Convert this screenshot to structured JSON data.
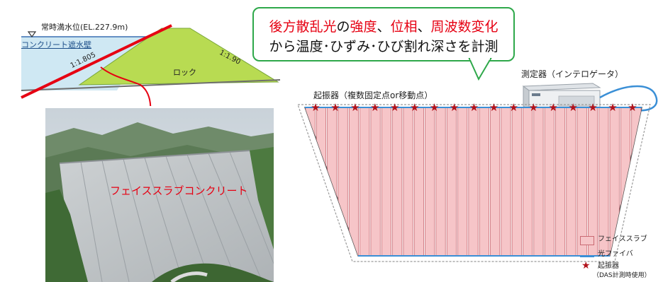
{
  "cross_section": {
    "water_level": "常時満水位(EL.227.9m)",
    "wall_label": "コンクリート遮水壁",
    "upstream_slope": "1:1.805",
    "downstream_slope": "1:1.90",
    "rock_label": "ロック"
  },
  "callout": {
    "p1": "後方散乱光",
    "p2": "の",
    "p3": "強度",
    "p4": "、",
    "p5": "位相",
    "p6": "、",
    "p7": "周波数変化",
    "line2": "から温度･ひずみ･ひび割れ深さを計測"
  },
  "instrument": {
    "label": "測定器（インテロゲータ）"
  },
  "photo": {
    "label": "フェイススラブコンクリート"
  },
  "elevation": {
    "exciter_label": "起振器（複数固定点or移動点）",
    "panel_count": 31,
    "star_count": 17,
    "colors": {
      "panel_fill": "#f6c5c8",
      "panel_stroke": "#c96a73",
      "fiber": "#3a8fd6",
      "star": "#b1121b"
    }
  },
  "legend": {
    "face_slab": "フェイススラブ",
    "fiber": "光ファイバ",
    "star_glyph": "★",
    "exciter": "起振器",
    "exciter_note": "（DAS計測時使用）"
  },
  "colors": {
    "accent_red": "#e60012",
    "callout_border": "#2ea84a",
    "rockfill": "#b8db52",
    "reservoir": "#cfe8f3"
  }
}
